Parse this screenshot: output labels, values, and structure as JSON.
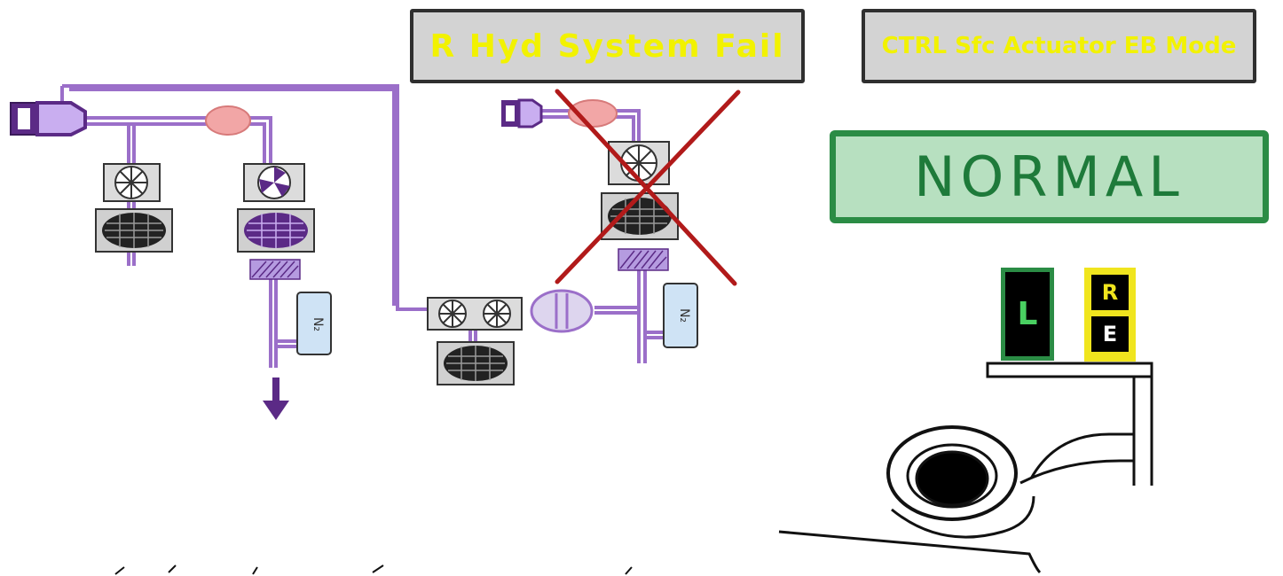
{
  "messages": {
    "left": "R Hyd System Fail",
    "right": "CTRL Sfc Actuator EB Mode"
  },
  "mode_display": "NORMAL",
  "switches": {
    "left": "L",
    "right_top": "R",
    "right_bottom": "E"
  },
  "diagram": {
    "line_color": "#9b6fc9",
    "dark_purple": "#5b2a86",
    "failed_mark_color": "#b11a1a",
    "panel_green": "#2b8c45",
    "caution_yellow": "#f0e51e"
  },
  "icons": [
    "pump-icon",
    "fan-icon",
    "filter-icon",
    "accumulator-icon",
    "valve-icon",
    "down-arrow-icon",
    "failure-cross-icon"
  ]
}
